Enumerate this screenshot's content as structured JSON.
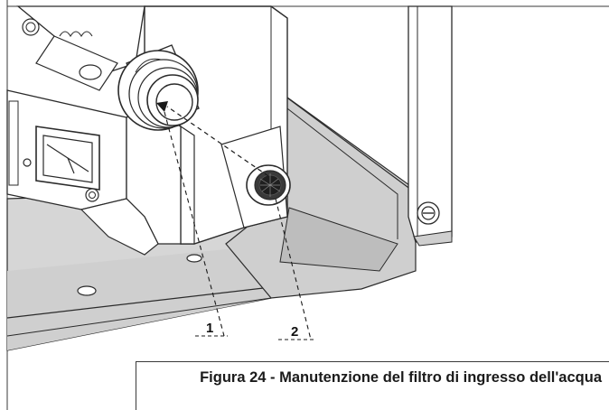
{
  "figure": {
    "caption": "Figura 24 - Manutenzione del filtro di ingresso dell'acqua"
  },
  "callouts": [
    {
      "label": "1"
    },
    {
      "label": "2"
    }
  ],
  "colors": {
    "outline": "#2b2b2b",
    "floor_shade": "#d4d4d4",
    "panel_shade": "#c9c9c9",
    "metal": "#ffffff"
  }
}
